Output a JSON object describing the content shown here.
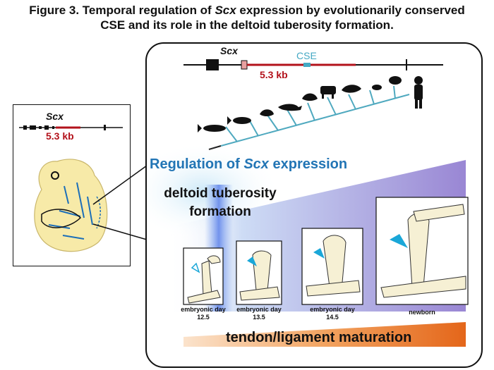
{
  "figure": {
    "title_prefix": "Figure 3. Temporal regulation of ",
    "title_gene": "Scx",
    "title_suffix": " expression by evolutionarily conserved",
    "title_line2": "CSE and its role in the deltoid tuberosity formation."
  },
  "embryo_panel": {
    "gene_label": "Scx",
    "region_label": "5.3 kb"
  },
  "genome_panel": {
    "gene_label": "Scx",
    "region_label": "5.3 kb",
    "element_label": "CSE"
  },
  "regulation": {
    "title_prefix": "Regulation of ",
    "title_gene": "Scx",
    "title_suffix": " expression",
    "deltoid_line1": "deltoid tuberosity",
    "deltoid_line2": "formation",
    "tendon_label": "tendon/ligament maturation"
  },
  "stages": [
    {
      "line1": "embryonic day",
      "line2": "12.5"
    },
    {
      "line1": "embryonic day",
      "line2": "13.5"
    },
    {
      "line1": "embryonic day",
      "line2": "14.5"
    },
    {
      "line1": "newborn",
      "line2": ""
    }
  ],
  "colors": {
    "gene_red": "#b3121b",
    "cse_blue": "#45a9c4",
    "arrow_blue": "#1aa7d8",
    "tree_teal": "#4fa9bf",
    "embryo_yellow": "#f7eaa8",
    "bone_cream": "#f6f0d4",
    "purple_band": "#a08ad6",
    "orange_bar": "#e8731f"
  }
}
